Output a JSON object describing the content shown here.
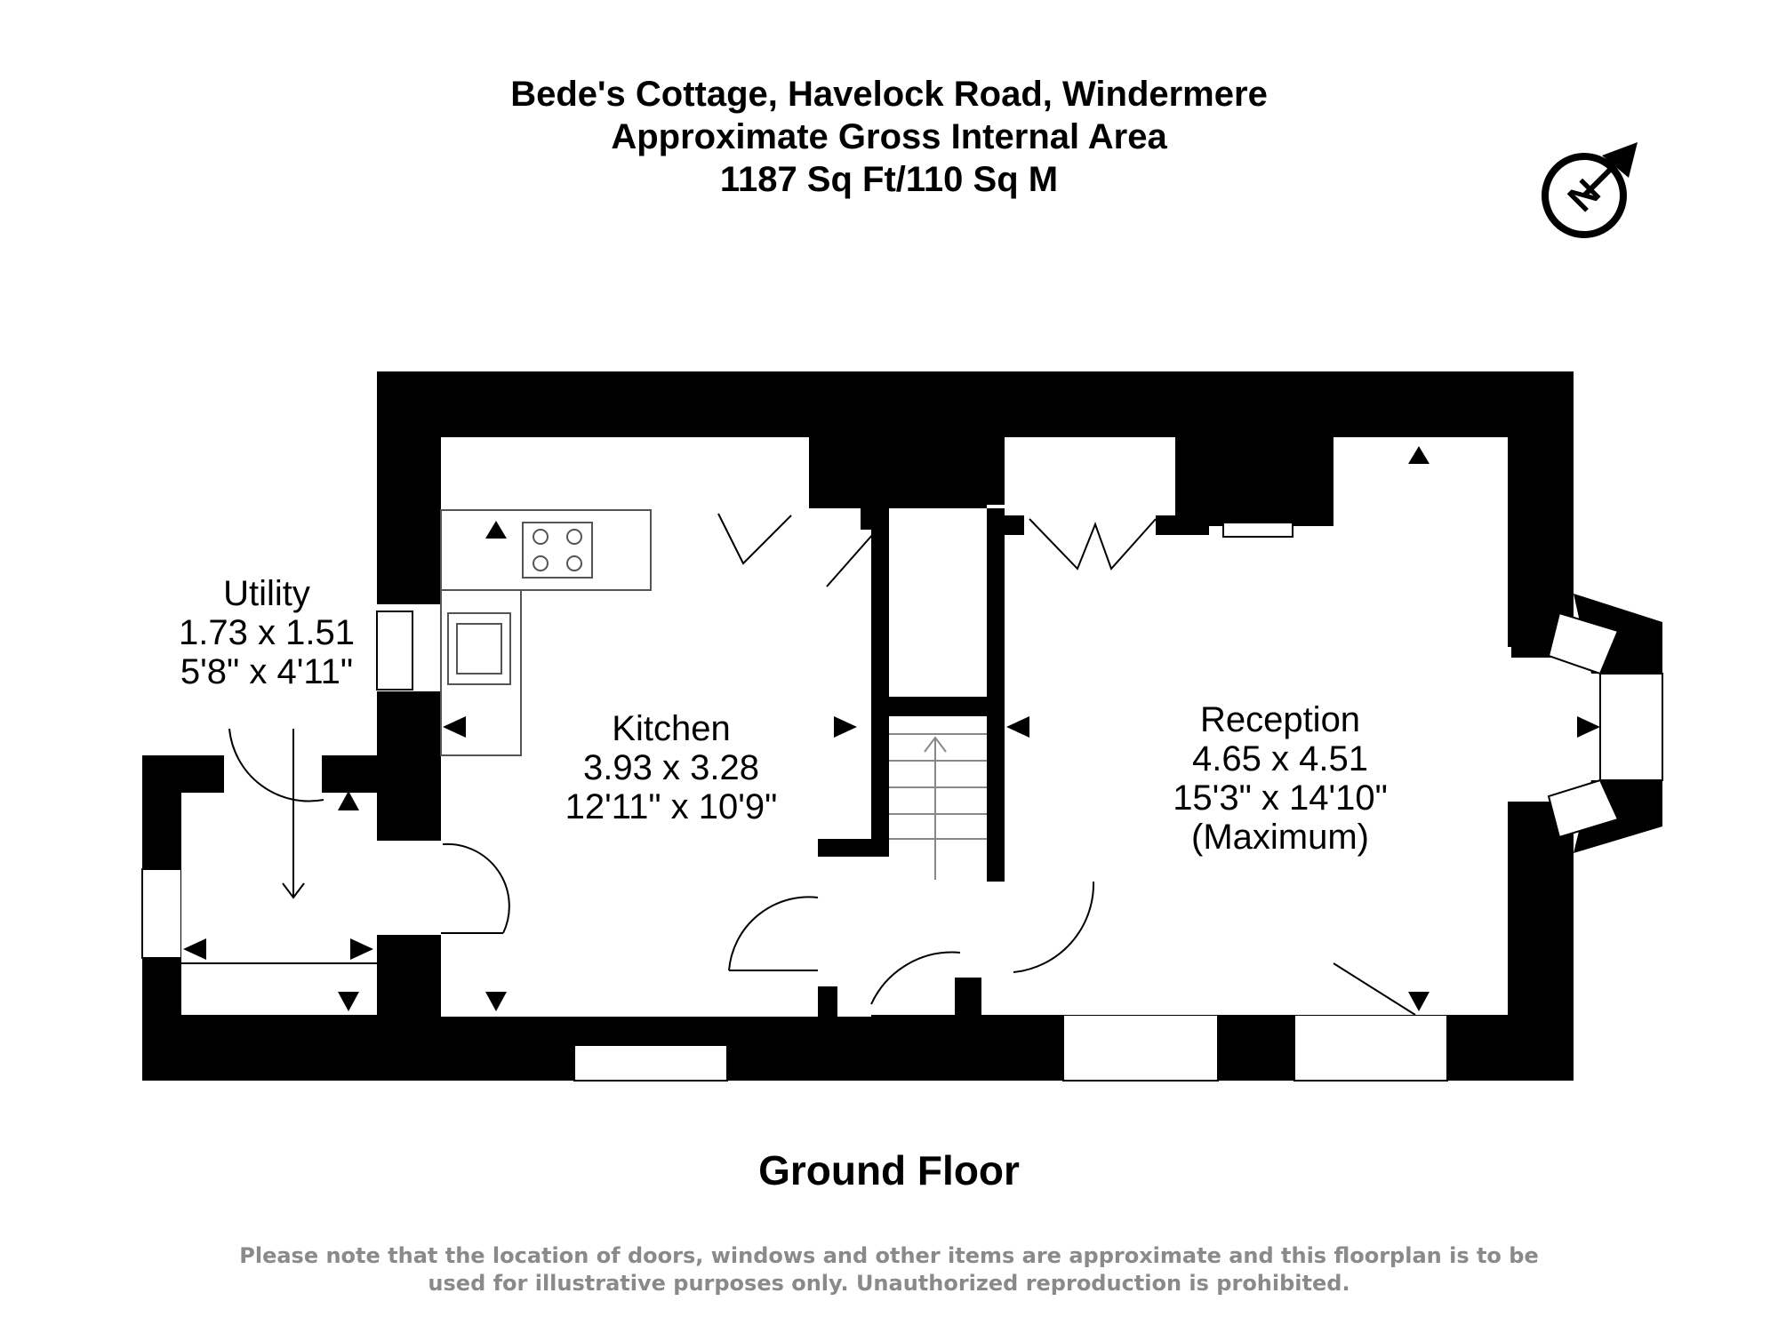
{
  "header": {
    "title": "Bede's Cottage, Havelock Road, Windermere",
    "subtitle": "Approximate Gross Internal Area",
    "area": "1187 Sq Ft/110 Sq M"
  },
  "compass": {
    "letter": "N",
    "icon": "north-arrow-icon"
  },
  "rooms": [
    {
      "name": "Utility",
      "metric": "1.73 x 1.51",
      "imperial": "5'8\" x 4'11\""
    },
    {
      "name": "Kitchen",
      "metric": "3.93 x 3.28",
      "imperial": "12'11\" x 10'9\""
    },
    {
      "name": "Reception",
      "metric": "4.65 x 4.51",
      "imperial": "15'3\" x 14'10\"",
      "note": "(Maximum)"
    }
  ],
  "floor_label": "Ground Floor",
  "disclaimer": {
    "line1": "Please note that the location of doors, windows and other items are approximate and this floorplan is to be",
    "line2": "used for illustrative purposes only. Unauthorized reproduction is prohibited."
  }
}
